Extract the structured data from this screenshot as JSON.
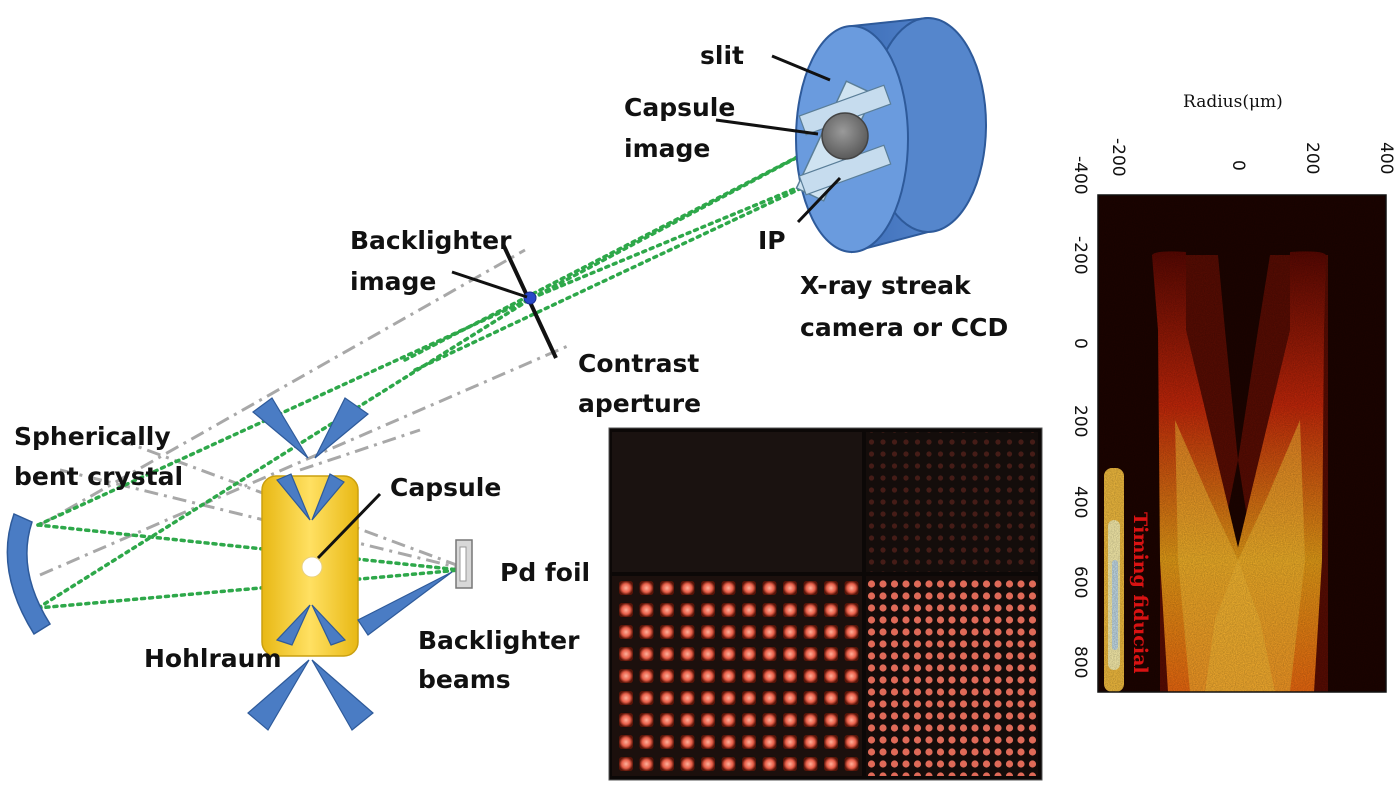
{
  "diagram": {
    "labels": {
      "slit": "slit",
      "capsule_image_1": "Capsule",
      "capsule_image_2": "image",
      "backlighter_image_1": "Backlighter",
      "backlighter_image_2": "image",
      "ip": "IP",
      "camera_1": "X-ray streak",
      "camera_2": "camera or CCD",
      "contrast_1": "Contrast",
      "contrast_2": "aperture",
      "crystal_1": "Spherically",
      "crystal_2": "bent crystal",
      "capsule": "Capsule",
      "pd_foil": "Pd foil",
      "backlighter_beams_1": "Backlighter",
      "backlighter_beams_2": "beams",
      "hohlraum": "Hohlraum"
    },
    "colors": {
      "hardware_blue": "#4a7cc4",
      "hohlraum_gold": "#f2cc2c",
      "ray_green": "#2ea84a",
      "ray_gray": "#a8a8a8"
    }
  },
  "streak_image": {
    "x_axis_title": "Radius(μm)",
    "x_ticks": [
      "-200",
      "0",
      "200",
      "400"
    ],
    "y_ticks": [
      "-400",
      "-200",
      "0",
      "200",
      "400",
      "600",
      "800"
    ],
    "annotation": "Timing fiducial",
    "colormap": [
      "#000000",
      "#8a0a02",
      "#e23a05",
      "#ffb020",
      "#fff8c0"
    ]
  },
  "grid_image": {
    "panels": [
      "top-left faint",
      "top-right faint fine",
      "bottom-left coarse dots",
      "bottom-right fine dots"
    ],
    "dot_color": "#e8604a"
  }
}
